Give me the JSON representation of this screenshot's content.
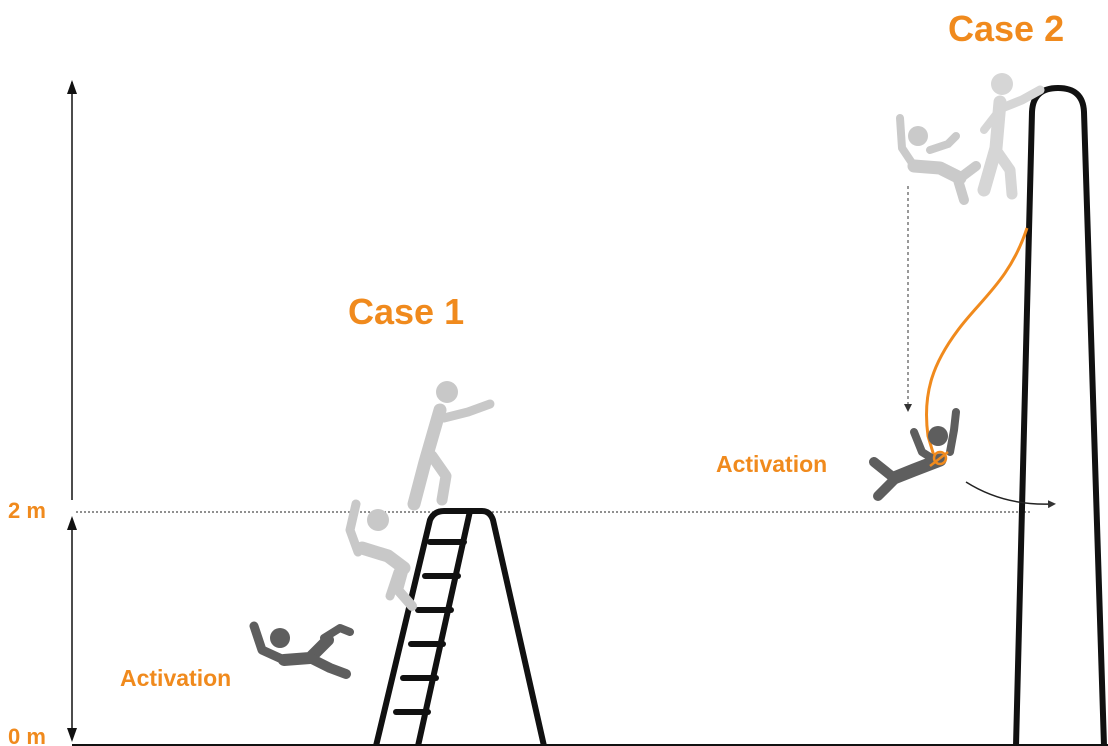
{
  "case1": {
    "title": "Case 1",
    "activation_label": "Activation"
  },
  "case2": {
    "title": "Case 2",
    "activation_label": "Activation"
  },
  "axis": {
    "top_label": "2 m",
    "bottom_label": "0 m"
  },
  "colors": {
    "accent": "#F08A1D",
    "structure": "#111111",
    "figure_faded": "#C8C8C8",
    "figure_dark": "#5E5E5E"
  },
  "icons": [
    "ladder-icon",
    "pole-icon",
    "person-falling-icon",
    "lanyard-icon",
    "arrow-icon"
  ]
}
